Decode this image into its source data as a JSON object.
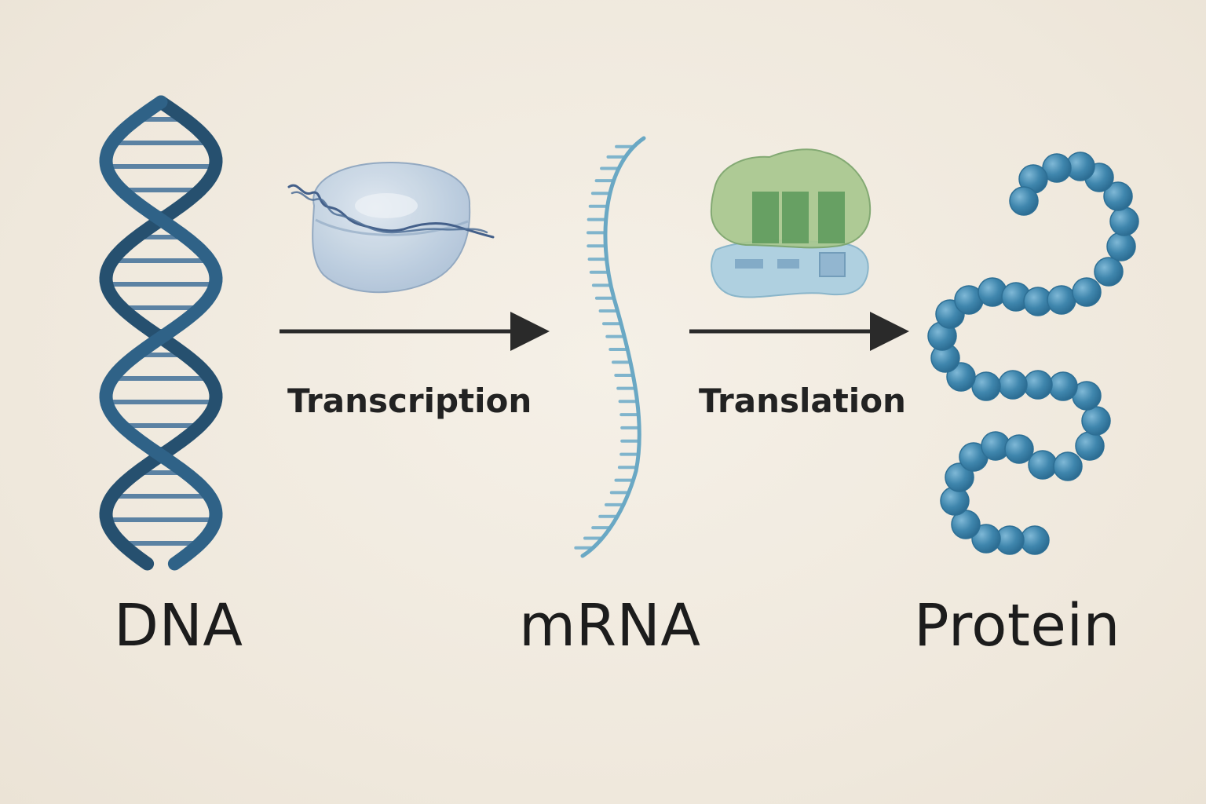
{
  "labels": {
    "dna": "DNA",
    "mrna": "mRNA",
    "protein": "Protein",
    "transcription": "Transcription",
    "translation": "Translation"
  },
  "colors": {
    "background": "#f2ece2",
    "dna": "#26506f",
    "mrna": "#6aa8c4",
    "protein_bead": "#3f86ad",
    "polymerase": "#b9cde0",
    "ribosome_large": "#a9c88f",
    "ribosome_small": "#a8cde0",
    "arrow": "#2a2a2a"
  }
}
